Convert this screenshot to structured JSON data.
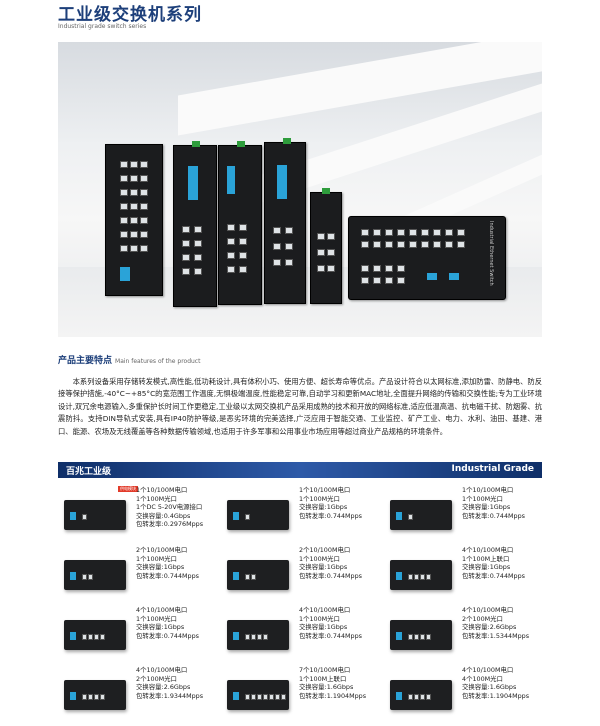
{
  "header": {
    "title": "工业级交换机系列",
    "subtitle": "Industrial grade switch series"
  },
  "hero": {
    "device_text": "Industrial Ethernet Switch"
  },
  "features": {
    "title": "产品主要特点",
    "title_en": "Main features of the product",
    "paragraph": "本系列设备采用存储转发模式,高性能,低功耗设计,具有体积小巧、使用方便、超长寿命等优点。产品设计符合以太网标准,添加防雷、防静电、防反接等保护措施,-40°C~+85°C的宽范围工作温度,无惧极端温度,性能稳定可靠,自动学习和更新MAC地址,全面提升网络的传输和交换性能;专为工业环境设计,双冗余电源输入,多重保护长时间工作更稳定,工业级以太网交换机产品采用成熟的技术和开放的网络标准,适应低温高温、抗电磁干扰、防烟雾、抗震防抖。支持DIN导轨式安装,具有IP40防护等级,是恶劣环境的完美选择,广泛应用于智能交通、工业监控、矿产工业、电力、水利、油田、基建、港口、能源、农场及无线覆盖等各种数据传输领域,也适用于许多军事和公用事业市场应用等超过商业产品规格的环境条件。"
  },
  "grade_band": {
    "left": "百兆工业级",
    "right": "Industrial Grade"
  },
  "products": [
    {
      "tag": "供电模块",
      "lines": [
        "1个10/100M电口",
        "1个100M光口",
        "1个DC 5-20V电源接口",
        "交换容量:0.4Gbps",
        "包转发率:0.2976Mpps"
      ]
    },
    {
      "lines": [
        "1个10/100M电口",
        "1个100M光口",
        "交换容量:1Gbps",
        "包转发率:0.744Mpps"
      ]
    },
    {
      "lines": [
        "1个10/100M电口",
        "1个100M光口",
        "交换容量:1Gbps",
        "包转发率:0.744Mpps"
      ]
    },
    {
      "lines": [
        "2个10/100M电口",
        "1个100M光口",
        "交换容量:1Gbps",
        "包转发率:0.744Mpps"
      ]
    },
    {
      "lines": [
        "2个10/100M电口",
        "1个100M光口",
        "交换容量:1Gbps",
        "包转发率:0.744Mpps"
      ]
    },
    {
      "lines": [
        "4个10/100M电口",
        "1个100M上联口",
        "交换容量:1Gbps",
        "包转发率:0.744Mpps"
      ]
    },
    {
      "lines": [
        "4个10/100M电口",
        "1个100M光口",
        "交换容量:1Gbps",
        "包转发率:0.744Mpps"
      ]
    },
    {
      "lines": [
        "4个10/100M电口",
        "1个100M光口",
        "交换容量:1Gbps",
        "包转发率:0.744Mpps"
      ]
    },
    {
      "lines": [
        "4个10/100M电口",
        "2个100M光口",
        "交换容量:2.6Gbps",
        "包转发率:1.5344Mpps"
      ]
    },
    {
      "lines": [
        "4个10/100M电口",
        "2个100M光口",
        "交换容量:2.6Gbps",
        "包转发率:1.9344Mpps"
      ]
    },
    {
      "lines": [
        "7个10/100M电口",
        "1个100M上联口",
        "交换容量:1.6Gbps",
        "包转发率:1.1904Mpps"
      ]
    },
    {
      "lines": [
        "4个10/100M电口",
        "4个100M光口",
        "交换容量:1.6Gbps",
        "包转发率:1.1904Mpps"
      ]
    }
  ],
  "colors": {
    "brand_blue": "#1d3f7a",
    "band_blue": "#1f4690",
    "tag_red": "#e23b2a"
  }
}
